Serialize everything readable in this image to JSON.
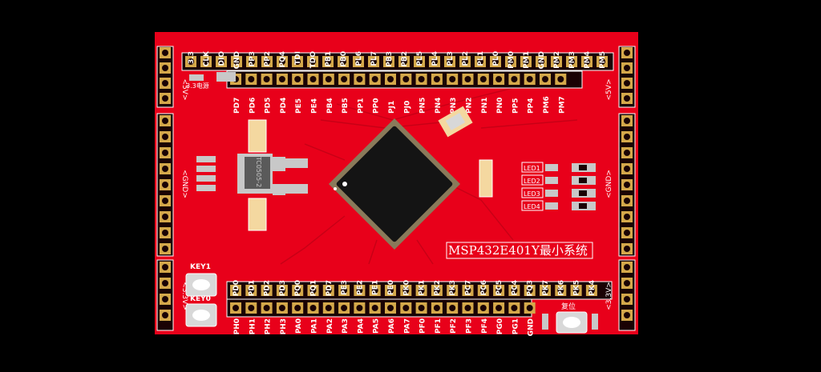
{
  "board": {
    "title": "MSP432E401Y最小系统",
    "chip_marking": "TC0505-2",
    "pwr_label": "3.3电源",
    "reset_label": "复位",
    "key1_label": "KEY1",
    "key0_label": "KEY0",
    "leds": [
      "LED1",
      "LED2",
      "LED3",
      "LED4"
    ],
    "side_labels": {
      "left_top": "<5V>",
      "left_mid": "<GND>",
      "left_bottom": "<3.3V>",
      "right_top": "<5V>",
      "right_mid": "<GND>",
      "right_bottom": "<3.3V>"
    },
    "colors": {
      "board": "#e8001a",
      "silk": "#ffffff",
      "pad": "#d4a84a",
      "chip": "#141414",
      "background": "#000000"
    }
  },
  "headers": {
    "top_outer": [
      "3.3",
      "CLK",
      "DIO",
      "GND",
      "PP3",
      "PP2",
      "PQ4",
      "TDI",
      "TDO",
      "PB1",
      "PB0",
      "PL6",
      "PL7",
      "PB3",
      "PB2",
      "PL5",
      "PL4",
      "PL3",
      "PL2",
      "PL1",
      "PL0",
      "PM0",
      "PM1",
      "GND",
      "PM2",
      "PM3",
      "PM4",
      "PM5"
    ],
    "top_inner": [
      "PD7",
      "PD6",
      "PD5",
      "PD4",
      "PE5",
      "PE4",
      "PB4",
      "PB5",
      "PP1",
      "PP0",
      "PJ1",
      "PJ0",
      "PN5",
      "PN4",
      "PN3",
      "PN2",
      "PN1",
      "PN0",
      "PP5",
      "PP4",
      "PM6",
      "PM7"
    ],
    "bottom_inner": [
      "PD0",
      "PD1",
      "PD2",
      "PD3",
      "PQ0",
      "PQ1",
      "PD7",
      "PE3",
      "PE2",
      "PE1",
      "PE0",
      "PK0",
      "PK1",
      "PK2",
      "PK3",
      "PC7",
      "PC6",
      "PC5",
      "PC4",
      "PQ3",
      "PK7",
      "PK6",
      "PK5",
      "PK4"
    ],
    "bottom_outer": [
      "PH0",
      "PH1",
      "PH2",
      "PH3",
      "PA0",
      "PA1",
      "PA2",
      "PA3",
      "PA4",
      "PA5",
      "PA6",
      "PA7",
      "PF0",
      "PF1",
      "PF2",
      "PF3",
      "PF4",
      "PG0",
      "PG1",
      "GND"
    ]
  }
}
